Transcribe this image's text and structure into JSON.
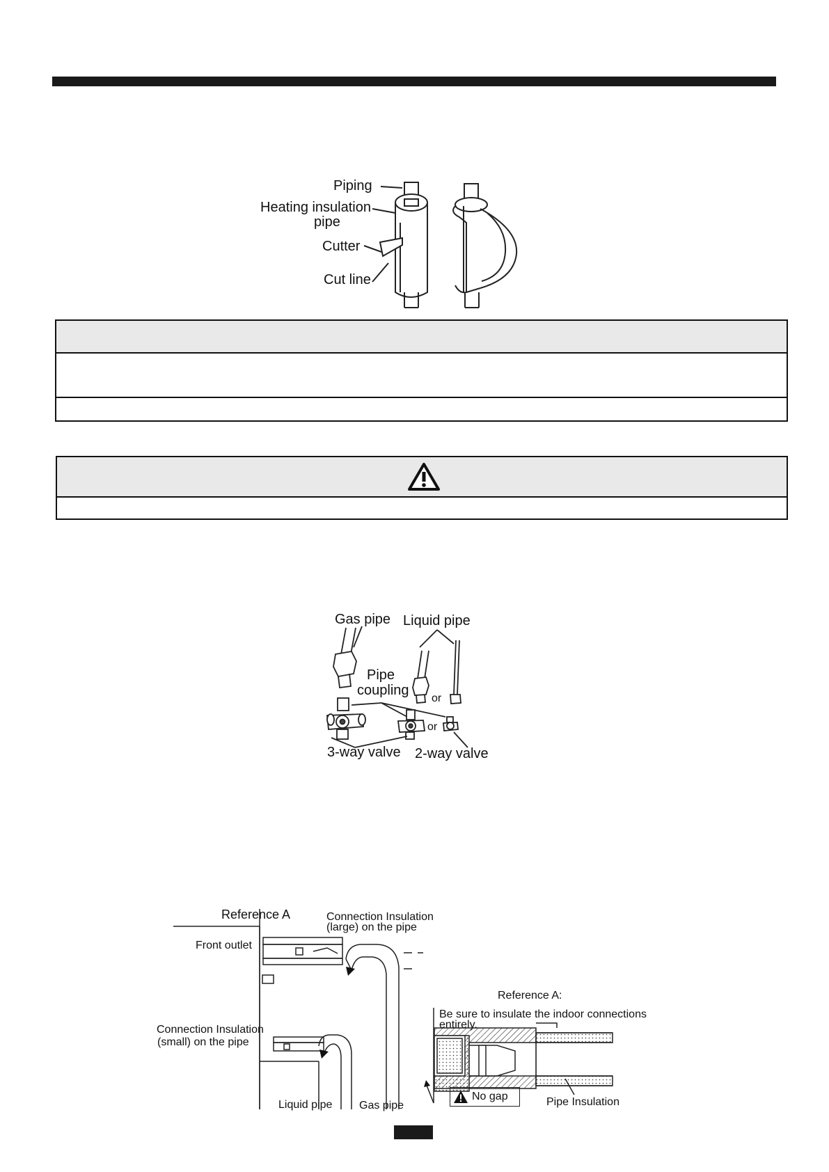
{
  "fig_insulation": {
    "piping": "Piping",
    "heating_insulation_line1": "Heating insulation",
    "heating_insulation_line2": "pipe",
    "cutter": "Cutter",
    "cut_line": "Cut line"
  },
  "fig_valves": {
    "gas_pipe": "Gas pipe",
    "liquid_pipe": "Liquid pipe",
    "pipe_coupling_line1": "Pipe",
    "pipe_coupling_line2": "coupling",
    "or_1": "or",
    "or_2": "or",
    "three_way_valve": "3-way valve",
    "two_way_valve": "2-way valve"
  },
  "fig_reference": {
    "reference_a": "Reference A",
    "front_outlet": "Front outlet",
    "conn_large_line1": "Connection Insulation",
    "conn_large_line2": "(large) on the pipe",
    "conn_small_line1": "Connection  Insulation",
    "conn_small_line2": "(small) on the pipe",
    "liquid_pipe": "Liquid pipe",
    "gas_pipe": "Gas pipe",
    "detail_title": "Reference A:",
    "detail_note_line1": "Be sure to insulate the indoor connections",
    "detail_note_line2": "entirely.",
    "no_gap": "No gap",
    "pipe_insulation": "Pipe Insulation"
  },
  "icons": {
    "caution": "warning-triangle-icon"
  },
  "colors": {
    "header_bar": "#1a1a1a",
    "table_header_bg": "#e9e9e9"
  }
}
